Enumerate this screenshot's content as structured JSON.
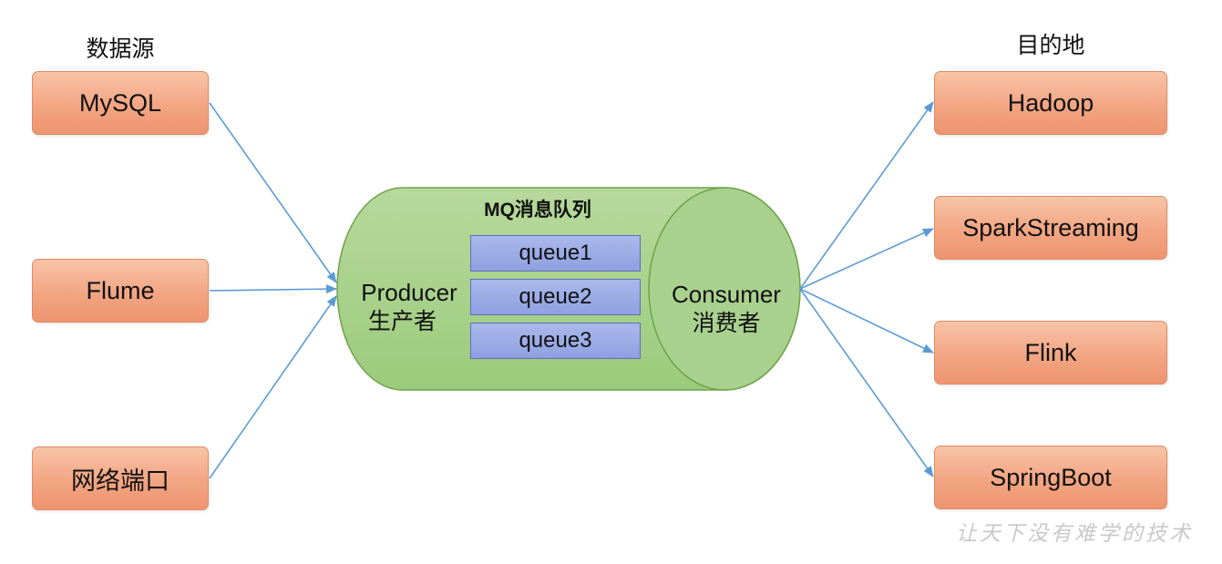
{
  "sources": {
    "title": "数据源",
    "items": [
      "MySQL",
      "Flume",
      "网络端口"
    ]
  },
  "destinations": {
    "title": "目的地",
    "items": [
      "Hadoop",
      "SparkStreaming",
      "Flink",
      "SpringBoot"
    ]
  },
  "mq": {
    "title": "MQ消息队列",
    "queues": [
      "queue1",
      "queue2",
      "queue3"
    ],
    "producer": {
      "en": "Producer",
      "zh": "生产者"
    },
    "consumer": {
      "en": "Consumer",
      "zh": "消费者"
    }
  },
  "watermark": "让天下没有难学的技术",
  "colors": {
    "node_fill": "#f2a582",
    "node_border": "#e08a62",
    "cylinder_fill": "#a9d18e",
    "cylinder_border": "#6fa34a",
    "queue_fill": "#8ea0e0",
    "queue_border": "#5d6fb8",
    "arrow": "#5b9bd5"
  }
}
